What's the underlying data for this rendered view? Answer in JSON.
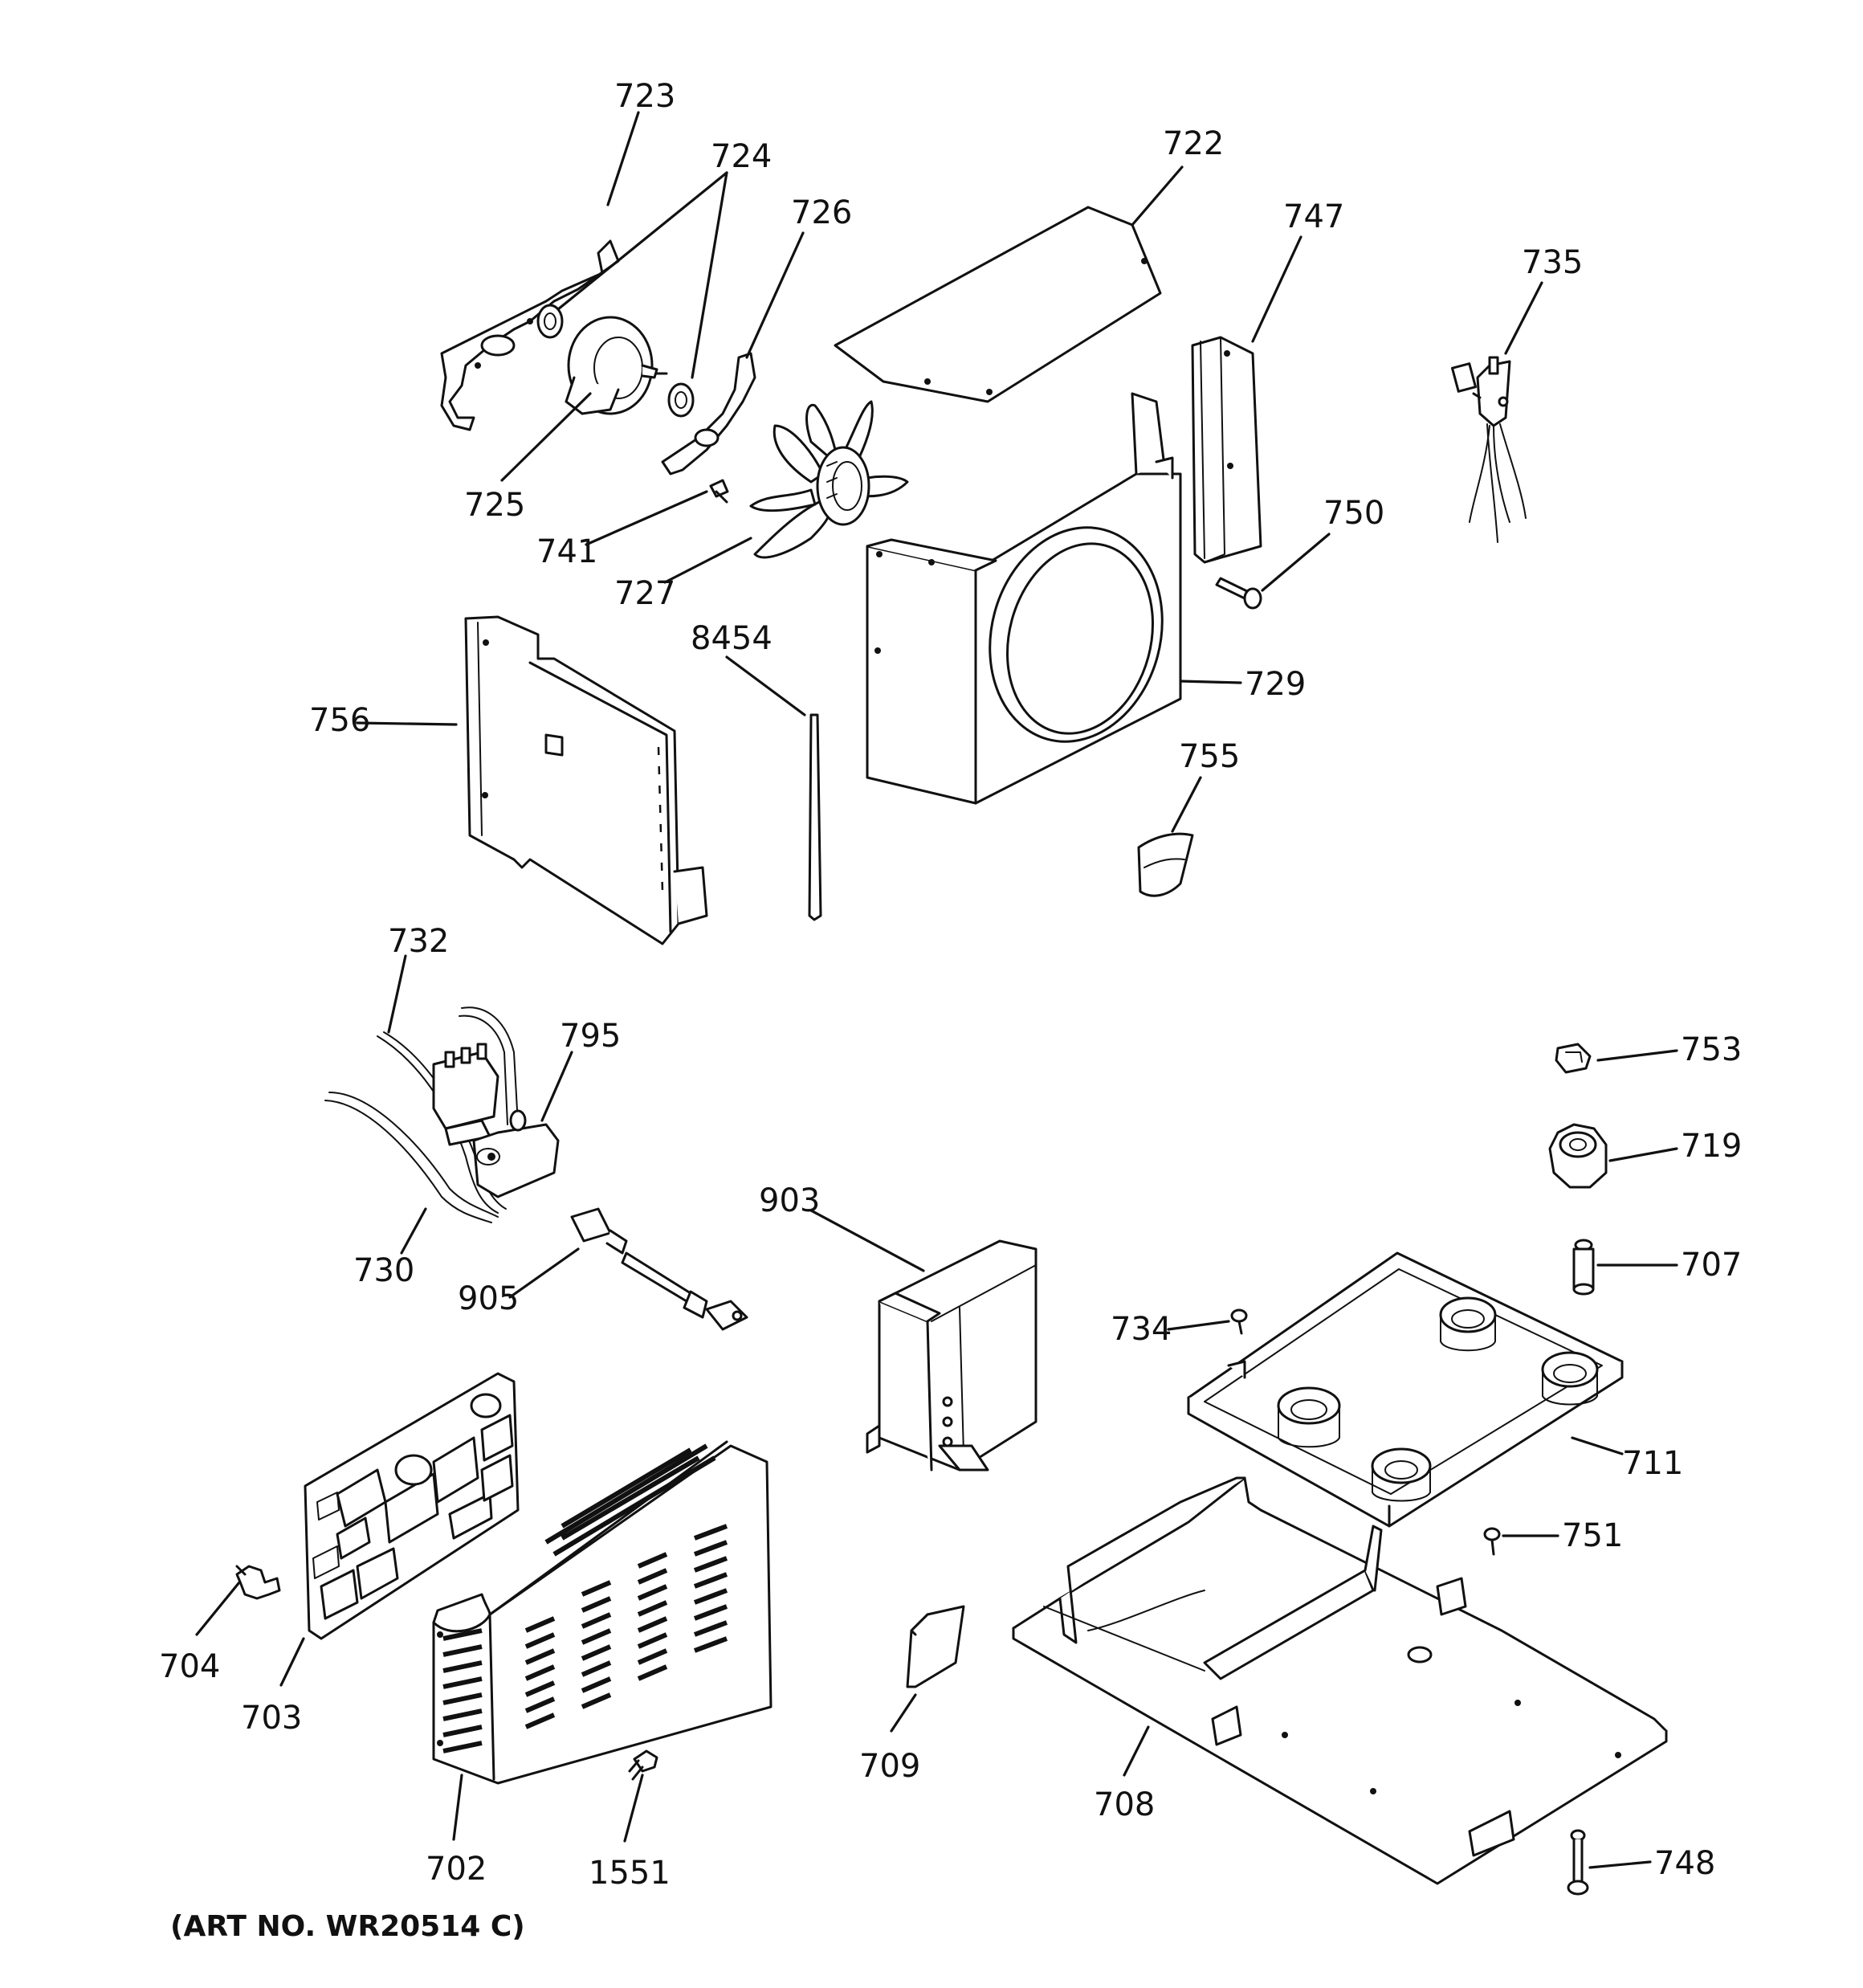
{
  "art_number": "(ART NO. WR20514 C)",
  "callouts": {
    "p723": "723",
    "p724": "724",
    "p726": "726",
    "p722": "722",
    "p747": "747",
    "p735": "735",
    "p725": "725",
    "p741": "741",
    "p727": "727",
    "p750": "750",
    "p8454": "8454",
    "p756": "756",
    "p729": "729",
    "p755": "755",
    "p732": "732",
    "p795": "795",
    "p753": "753",
    "p719": "719",
    "p903": "903",
    "p707": "707",
    "p730": "730",
    "p905": "905",
    "p734": "734",
    "p711": "711",
    "p751": "751",
    "p704": "704",
    "p703": "703",
    "p709": "709",
    "p708": "708",
    "p702": "702",
    "p1551": "1551",
    "p748": "748"
  }
}
